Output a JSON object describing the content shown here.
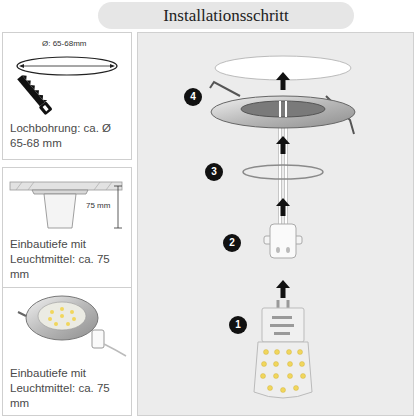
{
  "diagram": {
    "title": "Installationsschritt",
    "nodes": [
      {
        "text": [
          "Lochbohrung: ca. Ø 65-68 mm"
        ]
      },
      {
        "text": [
          "Einbautiefe mit Leuchtmittel: ca. 75 mm"
        ]
      },
      {
        "text": [
          "Einbautiefe mit Leuchtmittel: ca. 75 mm"
        ]
      },
      {
        "text": [
          "4"
        ]
      },
      {
        "text": [
          "3"
        ]
      },
      {
        "text": [
          "2"
        ]
      },
      {
        "text": [
          "1"
        ]
      }
    ],
    "labels": [
      "Ø: 65-68mm",
      "75 mm"
    ]
  }
}
